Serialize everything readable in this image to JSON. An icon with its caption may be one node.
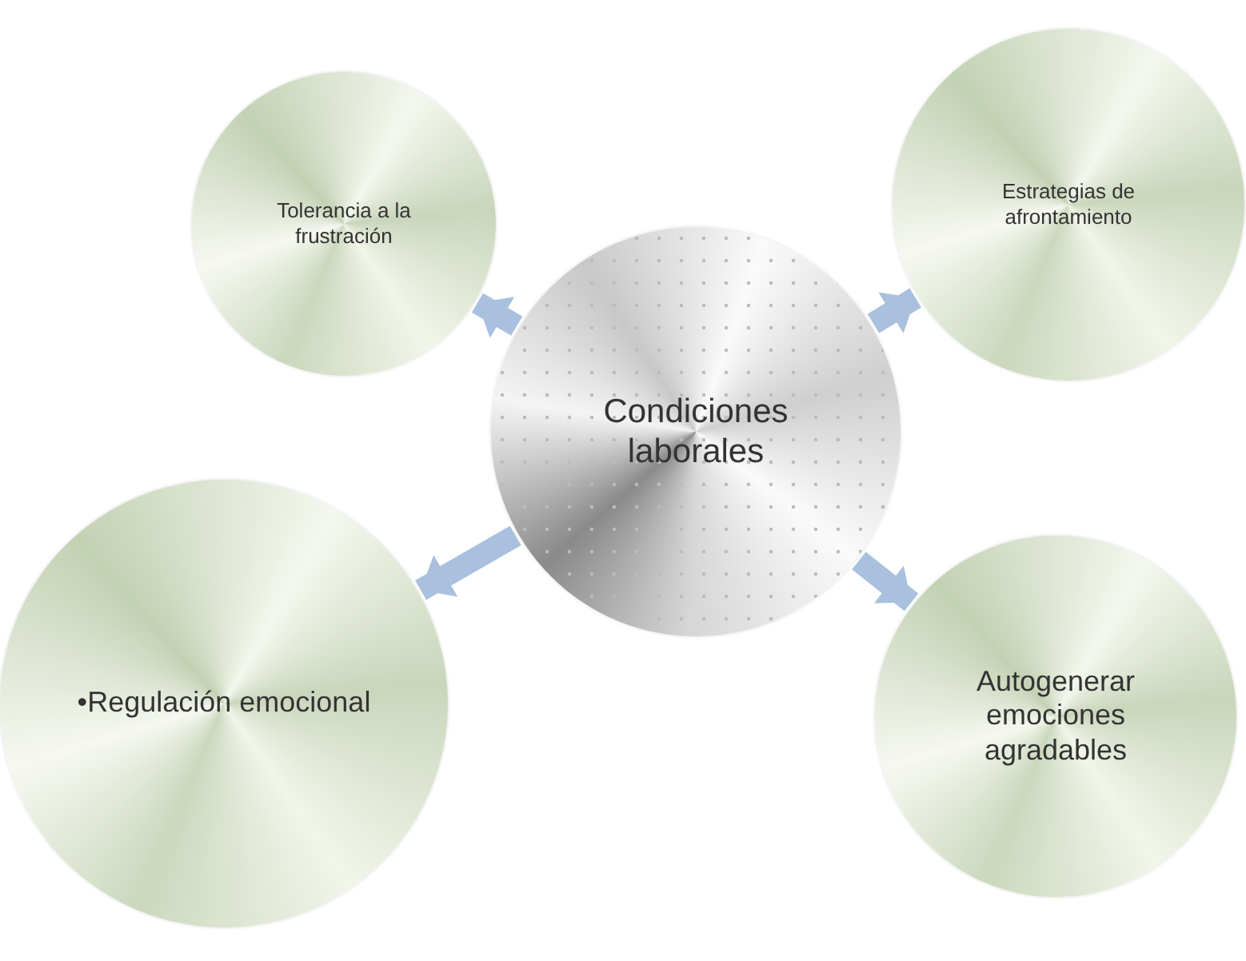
{
  "diagram": {
    "nodes": [
      {
        "text": [
          "Condiciones laborales"
        ]
      },
      {
        "text": [
          "Tolerancia a la frustración"
        ]
      },
      {
        "text": [
          "Estrategias de afrontamiento"
        ]
      },
      {
        "text": [
          "•Regulación emocional"
        ]
      },
      {
        "text": [
          "Autogenerar emociones agradables"
        ]
      }
    ],
    "edges": [
      {
        "from": 0,
        "to": 1,
        "arrow": "to"
      },
      {
        "from": 0,
        "to": 2,
        "arrow": "to"
      },
      {
        "from": 0,
        "to": 3,
        "arrow": "to"
      },
      {
        "from": 0,
        "to": 4,
        "arrow": "to"
      }
    ]
  }
}
